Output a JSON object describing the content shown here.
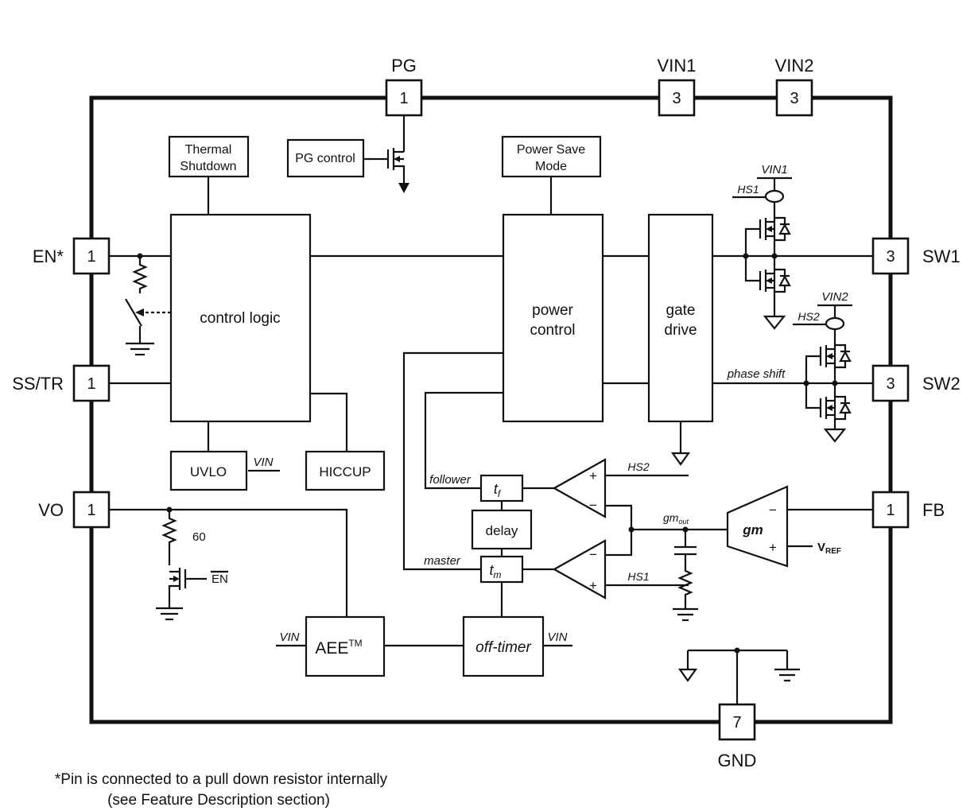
{
  "pins": {
    "pg": {
      "label": "PG",
      "number": "1"
    },
    "vin1": {
      "label": "VIN1",
      "number": "3"
    },
    "vin2": {
      "label": "VIN2",
      "number": "3"
    },
    "en": {
      "label": "EN*",
      "number": "1"
    },
    "sstr": {
      "label": "SS/TR",
      "number": "1"
    },
    "vo": {
      "label": "VO",
      "number": "1"
    },
    "sw1": {
      "label": "SW1",
      "number": "3"
    },
    "sw2": {
      "label": "SW2",
      "number": "3"
    },
    "fb": {
      "label": "FB",
      "number": "1"
    },
    "gnd": {
      "label": "GND",
      "number": "7"
    }
  },
  "blocks": {
    "thermal_shutdown": {
      "line1": "Thermal",
      "line2": "Shutdown"
    },
    "pg_control": {
      "label": "PG control"
    },
    "power_save": {
      "line1": "Power Save",
      "line2": "Mode"
    },
    "control_logic": {
      "label": "control logic"
    },
    "power_control": {
      "line1": "power",
      "line2": "control"
    },
    "gate_drive": {
      "line1": "gate",
      "line2": "drive"
    },
    "uvlo": {
      "label": "UVLO"
    },
    "hiccup": {
      "label": "HICCUP"
    },
    "tf": {
      "base": "t",
      "sub": "f"
    },
    "delay": {
      "label": "delay"
    },
    "tm": {
      "base": "t",
      "sub": "m"
    },
    "aee": {
      "base": "AEE",
      "sup": "TM"
    },
    "off_timer": {
      "label": "off-timer"
    },
    "gm": {
      "label": "gm"
    }
  },
  "labels": {
    "vin": "VIN",
    "vin1_rail": "VIN1",
    "vin2_rail": "VIN2",
    "hs1": "HS1",
    "hs2": "HS2",
    "follower": "follower",
    "master": "master",
    "phase_shift": "phase shift",
    "gm_out_base": "gm",
    "gm_out_sub": "out",
    "vref_base": "V",
    "vref_sub": "REF",
    "en_bar": "EN",
    "pulldown_resistor_value": "60",
    "plus": "+",
    "minus": "−"
  },
  "footnote": {
    "line1": "*Pin is connected to a pull down resistor internally",
    "line2": "(see Feature Description section)"
  }
}
